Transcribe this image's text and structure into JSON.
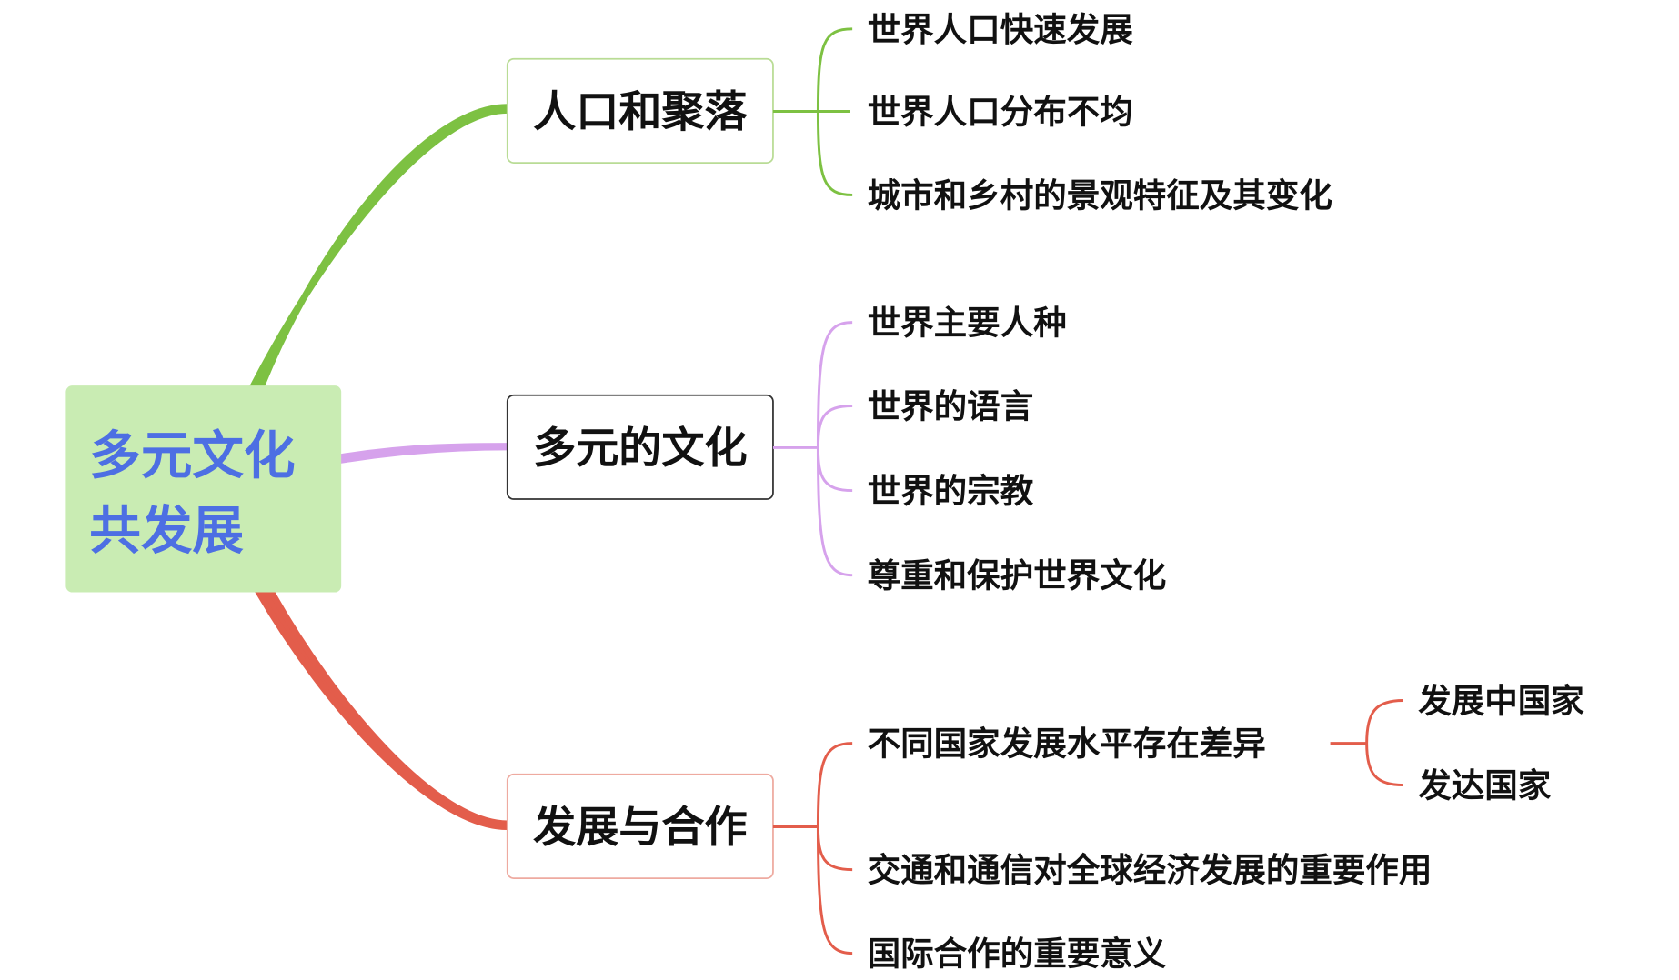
{
  "colors": {
    "green": "#7dc142",
    "purple": "#d6a2ec",
    "red": "#e35d4b",
    "root_fill": "#c9ecb3",
    "root_text": "#4d6fe3"
  },
  "root": {
    "line1": "多元文化",
    "line2": "共发展"
  },
  "branches": [
    {
      "label": "人口和聚落",
      "leaves": [
        "世界人口快速发展",
        "世界人口分布不均",
        "城市和乡村的景观特征及其变化"
      ]
    },
    {
      "label": "多元的文化",
      "leaves": [
        "世界主要人种",
        "世界的语言",
        "世界的宗教",
        "尊重和保护世界文化"
      ]
    },
    {
      "label": "发展与合作",
      "leaves": [
        "不同国家发展水平存在差异",
        "交通和通信对全球经济发展的重要作用",
        "国际合作的重要意义"
      ],
      "subleaves": [
        "发展中国家",
        "发达国家"
      ]
    }
  ]
}
